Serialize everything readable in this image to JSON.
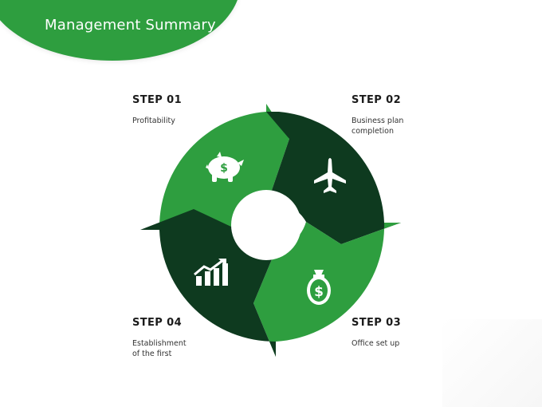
{
  "header": {
    "title": "Management Summary"
  },
  "steps": [
    {
      "title": "STEP 01",
      "description": "Profitability",
      "icon": "piggy-bank-icon"
    },
    {
      "title": "STEP 02",
      "description": "Business plan\ncompletion",
      "icon": "airplane-icon"
    },
    {
      "title": "STEP 03",
      "description": "Office set up",
      "icon": "money-bag-icon"
    },
    {
      "title": "STEP 04",
      "description": "Establishment\nof the first",
      "icon": "growth-chart-icon"
    }
  ],
  "colors": {
    "green": "#2e9e3f",
    "dark_green": "#0e3a1f",
    "white": "#ffffff"
  }
}
